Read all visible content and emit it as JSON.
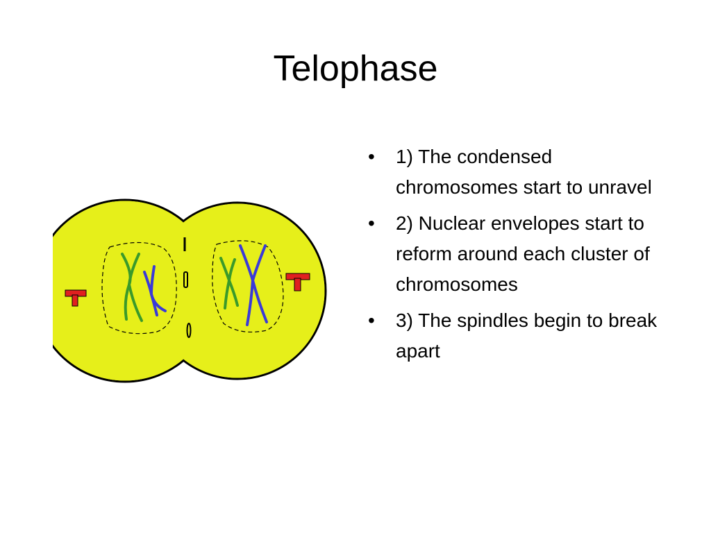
{
  "slide": {
    "title": "Telophase",
    "bullets": [
      "1) The condensed chromosomes start to unravel",
      "2) Nuclear envelopes start to reform around each cluster of chromosomes",
      "3) The spindles begin to break apart"
    ],
    "bullet_symbol": "•"
  },
  "diagram": {
    "colors": {
      "cell_fill": "#e6ef1a",
      "cell_outline": "#000000",
      "chromosome_green": "#3a9a2a",
      "chromosome_blue": "#3a3ad8",
      "centriole_red": "#e02020"
    }
  }
}
